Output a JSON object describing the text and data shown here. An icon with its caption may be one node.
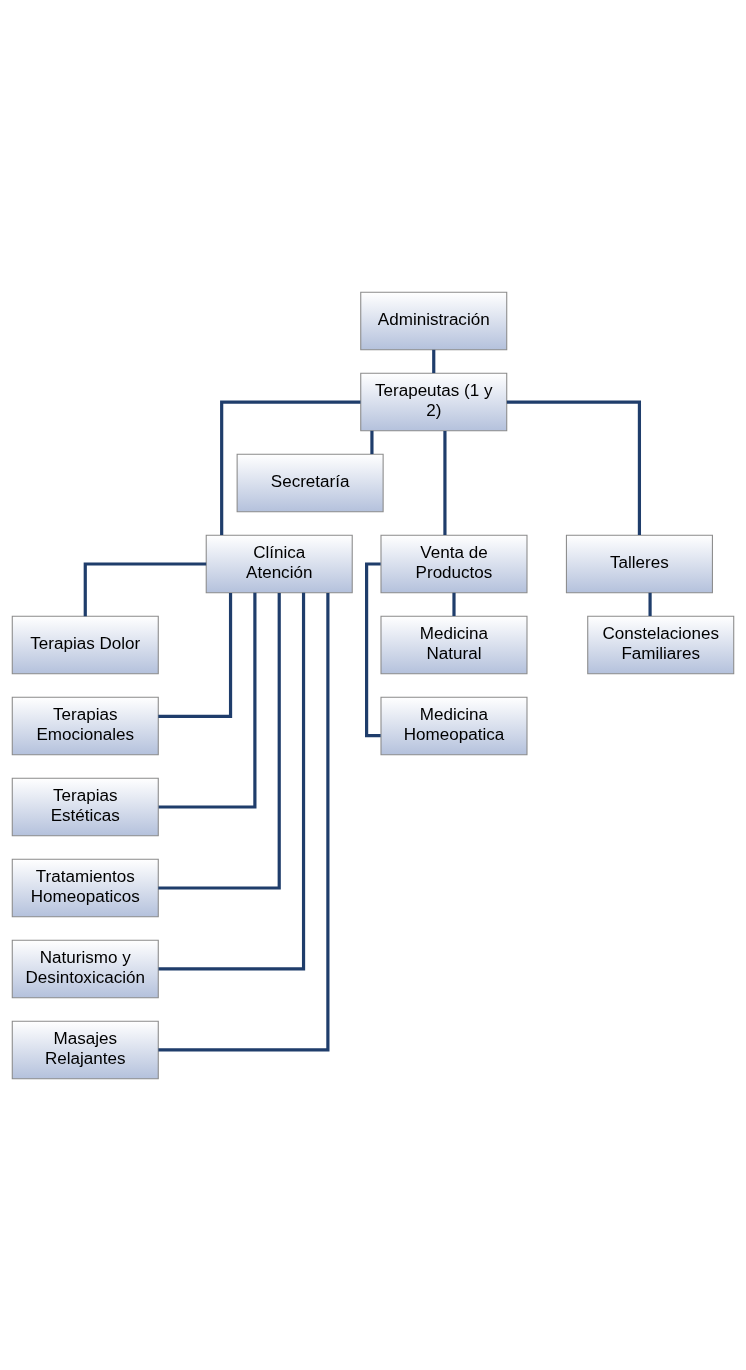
{
  "diagram": {
    "nodes": [
      {
        "text": [
          "Administración"
        ]
      },
      {
        "text": [
          "Terapeutas (1 y 2)"
        ]
      },
      {
        "text": [
          "Secretaría"
        ]
      },
      {
        "text": [
          "Clínica Atención"
        ]
      },
      {
        "text": [
          "Venta de Productos"
        ]
      },
      {
        "text": [
          "Talleres"
        ]
      },
      {
        "text": [
          "Terapias Dolor"
        ]
      },
      {
        "text": [
          "Terapias Emocionales"
        ]
      },
      {
        "text": [
          "Terapias Estéticas"
        ]
      },
      {
        "text": [
          "Tratamientos Homeopaticos"
        ]
      },
      {
        "text": [
          "Naturismo y Desintoxicación"
        ]
      },
      {
        "text": [
          "Masajes Relajantes"
        ]
      },
      {
        "text": [
          "Medicina Natural"
        ]
      },
      {
        "text": [
          "Medicina Homeopatica"
        ]
      },
      {
        "text": [
          "Constelaciones Familiares"
        ]
      }
    ],
    "edges": [
      {
        "from": 0,
        "to": 1,
        "arrow": "none"
      },
      {
        "from": 1,
        "to": 2,
        "arrow": "none"
      },
      {
        "from": 1,
        "to": 3,
        "arrow": "none"
      },
      {
        "from": 1,
        "to": 4,
        "arrow": "none"
      },
      {
        "from": 1,
        "to": 5,
        "arrow": "none"
      },
      {
        "from": 3,
        "to": 6,
        "arrow": "none"
      },
      {
        "from": 3,
        "to": 7,
        "arrow": "none"
      },
      {
        "from": 3,
        "to": 8,
        "arrow": "none"
      },
      {
        "from": 3,
        "to": 9,
        "arrow": "none"
      },
      {
        "from": 3,
        "to": 10,
        "arrow": "none"
      },
      {
        "from": 3,
        "to": 11,
        "arrow": "none"
      },
      {
        "from": 4,
        "to": 12,
        "arrow": "none"
      },
      {
        "from": 4,
        "to": 13,
        "arrow": "none"
      },
      {
        "from": 5,
        "to": 14,
        "arrow": "none"
      }
    ]
  }
}
